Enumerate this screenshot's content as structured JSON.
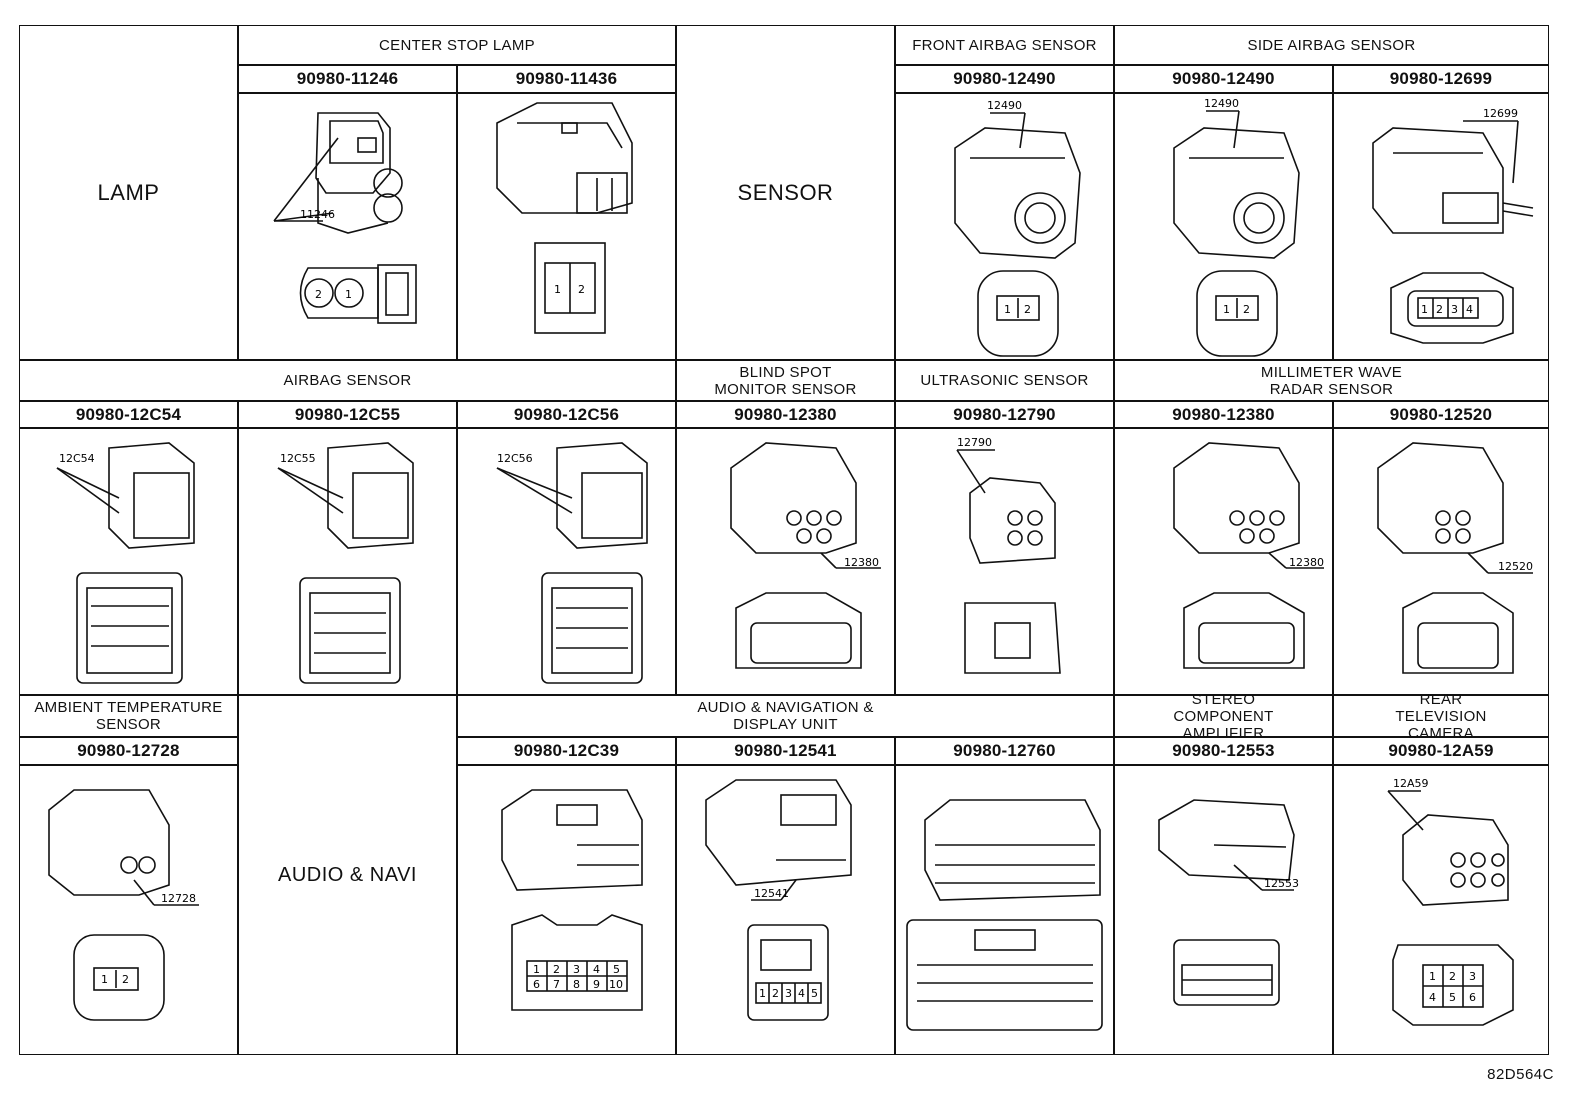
{
  "sections": {
    "lamp": "LAMP",
    "center_stop_lamp": "CENTER STOP LAMP",
    "sensor": "SENSOR",
    "front_airbag_sensor": "FRONT AIRBAG SENSOR",
    "side_airbag_sensor": "SIDE AIRBAG SENSOR",
    "airbag_sensor": "AIRBAG SENSOR",
    "blind_spot_monitor_sensor": "BLIND SPOT MONITOR SENSOR",
    "ultrasonic_sensor": "ULTRASONIC SENSOR",
    "millimeter_wave_radar_sensor": "MILLIMETER WAVE RADAR SENSOR",
    "ambient_temperature_sensor": "AMBIENT TEMPERATURE SENSOR",
    "audio_navi": "AUDIO & NAVI",
    "audio_navigation_display_unit": "AUDIO & NAVIGATION & DISPLAY UNIT",
    "stereo_component_amplifier": "STEREO COMPONENT AMPLIFIER",
    "rear_television_camera": "REAR TELEVISION CAMERA"
  },
  "part_numbers": {
    "r1_c1": "90980-11246",
    "r1_c2": "90980-11436",
    "r1_c4": "90980-12490",
    "r1_c5": "90980-12490",
    "r1_c6": "90980-12699",
    "r2_c0": "90980-12C54",
    "r2_c1": "90980-12C55",
    "r2_c2": "90980-12C56",
    "r2_c3": "90980-12380",
    "r2_c4": "90980-12790",
    "r2_c5": "90980-12380",
    "r2_c6": "90980-12520",
    "r3_c0": "90980-12728",
    "r3_c2": "90980-12C39",
    "r3_c3": "90980-12541",
    "r3_c4": "90980-12760",
    "r3_c5": "90980-12553",
    "r3_c6": "90980-12A59"
  },
  "callouts": {
    "r1_c1": "11246",
    "r1_c4": "12490",
    "r1_c5": "12490",
    "r1_c6": "12699",
    "r2_c0": "12C54",
    "r2_c1": "12C55",
    "r2_c2": "12C56",
    "r2_c3": "12380",
    "r2_c4": "12790",
    "r2_c5": "12380",
    "r2_c6": "12520",
    "r3_c0": "12728",
    "r3_c3": "12541",
    "r3_c5": "12553",
    "r3_c6": "12A59"
  },
  "pins": {
    "two_a": "2",
    "one_a": "1",
    "one_b": "1",
    "two_b": "2",
    "one_c": "1",
    "two_c": "2",
    "one_d": "1",
    "two_d": "2",
    "p1234": [
      "1",
      "2",
      "3",
      "4"
    ],
    "amb": [
      "1",
      "2"
    ],
    "c39": [
      "1",
      "2",
      "3",
      "4",
      "5",
      "6",
      "7",
      "8",
      "9",
      "10"
    ],
    "c541": [
      "1",
      "2",
      "3",
      "4",
      "5"
    ],
    "a59": [
      "1",
      "2",
      "3",
      "4",
      "5",
      "6"
    ]
  },
  "figure_id": "82D564C",
  "colors": {
    "line": "#111111",
    "background": "#ffffff"
  }
}
